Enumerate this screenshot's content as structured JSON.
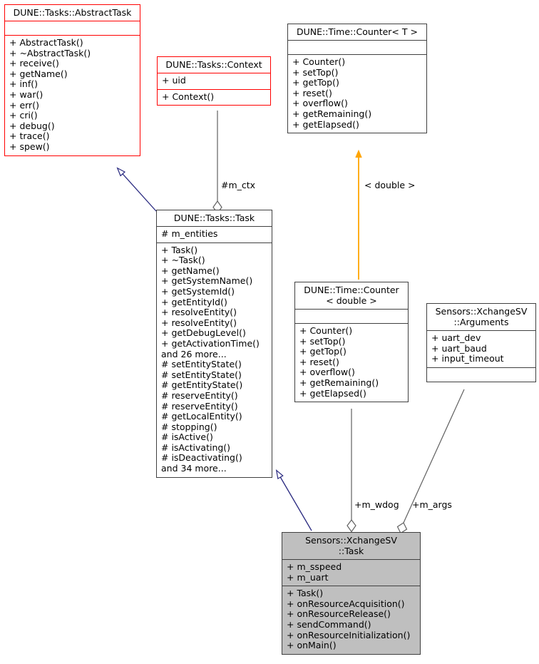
{
  "diagram": {
    "title": "Sensors::XchangeSV::Task collaboration diagram",
    "type": "uml-class-diagram",
    "colors": {
      "base_class_border": "#ff0000",
      "normal_border": "#404040",
      "focus_fill": "#bfbfbf",
      "inheritance_edge": "#2a2a80",
      "usage_edge": "#606060",
      "template_edge": "#ffa500",
      "background": "#ffffff"
    }
  },
  "classes": {
    "abstract_task": {
      "name": "DUNE::Tasks::AbstractTask",
      "attributes": [],
      "operations": [
        "+ AbstractTask()",
        "+ ~AbstractTask()",
        "+ receive()",
        "+ getName()",
        "+ inf()",
        "+ war()",
        "+ err()",
        "+ cri()",
        "+ debug()",
        "+ trace()",
        "+ spew()"
      ]
    },
    "context": {
      "name": "DUNE::Tasks::Context",
      "attributes": [
        "+ uid"
      ],
      "operations": [
        "+ Context()"
      ]
    },
    "counter_t": {
      "name": "DUNE::Time::Counter< T >",
      "attributes": [],
      "operations": [
        "+ Counter()",
        "+ setTop()",
        "+ getTop()",
        "+ reset()",
        "+ overflow()",
        "+ getRemaining()",
        "+ getElapsed()"
      ]
    },
    "tasks_task": {
      "name": "DUNE::Tasks::Task",
      "attributes": [
        "# m_entities"
      ],
      "operations": [
        "+ Task()",
        "+ ~Task()",
        "+ getName()",
        "+ getSystemName()",
        "+ getSystemId()",
        "+ getEntityId()",
        "+ resolveEntity()",
        "+ resolveEntity()",
        "+ getDebugLevel()",
        "+ getActivationTime()",
        "and 26 more...",
        "# setEntityState()",
        "# setEntityState()",
        "# getEntityState()",
        "# reserveEntity()",
        "# reserveEntity()",
        "# getLocalEntity()",
        "# stopping()",
        "# isActive()",
        "# isActivating()",
        "# isDeactivating()",
        "and 34 more..."
      ]
    },
    "counter_double": {
      "name": "DUNE::Time::Counter\n< double >",
      "attributes": [],
      "operations": [
        "+ Counter()",
        "+ setTop()",
        "+ getTop()",
        "+ reset()",
        "+ overflow()",
        "+ getRemaining()",
        "+ getElapsed()"
      ]
    },
    "arguments": {
      "name": "Sensors::XchangeSV\n::Arguments",
      "attributes": [
        "+ uart_dev",
        "+ uart_baud",
        "+ input_timeout"
      ],
      "operations": []
    },
    "xchangesv_task": {
      "name": "Sensors::XchangeSV\n::Task",
      "attributes": [
        "+ m_sspeed",
        "+ m_uart"
      ],
      "operations": [
        "+ Task()",
        "+ onResourceAcquisition()",
        "+ onResourceRelease()",
        "+ sendCommand()",
        "+ onResourceInitialization()",
        "+ onMain()"
      ]
    }
  },
  "edges": [
    {
      "id": "abstracttask-to-task",
      "kind": "inheritance",
      "from": "tasks_task",
      "to": "abstract_task",
      "label": ""
    },
    {
      "id": "context-to-task",
      "kind": "aggregation",
      "from": "context",
      "to": "tasks_task",
      "label": "#m_ctx"
    },
    {
      "id": "countert-to-counterdouble",
      "kind": "template-instance",
      "from": "counter_double",
      "to": "counter_t",
      "label": "< double >"
    },
    {
      "id": "task-to-xchangesvtask",
      "kind": "inheritance",
      "from": "xchangesv_task",
      "to": "tasks_task",
      "label": ""
    },
    {
      "id": "counterdouble-to-xchangesvtask",
      "kind": "aggregation",
      "from": "counter_double",
      "to": "xchangesv_task",
      "label": "+m_wdog"
    },
    {
      "id": "arguments-to-xchangesvtask",
      "kind": "aggregation",
      "from": "arguments",
      "to": "xchangesv_task",
      "label": "+m_args"
    }
  ],
  "edge_labels": {
    "m_ctx": "#m_ctx",
    "double_param": "< double >",
    "m_wdog": "+m_wdog",
    "m_args": "+m_args"
  }
}
